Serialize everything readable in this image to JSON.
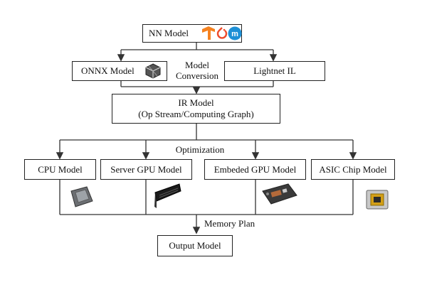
{
  "nodes": {
    "nn_model": "NN Model",
    "onnx_model": "ONNX Model",
    "lightnet_il": "Lightnet IL",
    "ir_model_line1": "IR Model",
    "ir_model_line2": "(Op Stream/Computing Graph)",
    "cpu_model": "CPU Model",
    "server_gpu_model": "Server GPU Model",
    "embeded_gpu_model": "Embeded GPU Model",
    "asic_chip_model": "ASIC Chip Model",
    "output_model": "Output Model"
  },
  "edge_labels": {
    "model": "Model",
    "conversion": "Conversion",
    "optimization": "Optimization",
    "memory_plan": "Memory Plan"
  },
  "icons": [
    "tensorflow-icon",
    "pytorch-icon",
    "mxnet-icon",
    "onnx-icon",
    "cpu-chip-icon",
    "server-gpu-card-icon",
    "embedded-gpu-board-icon",
    "asic-chip-icon"
  ],
  "colors": {
    "tensorflow": "#f58220",
    "pytorch": "#ee4c2c",
    "mxnet": "#1e90d6"
  }
}
